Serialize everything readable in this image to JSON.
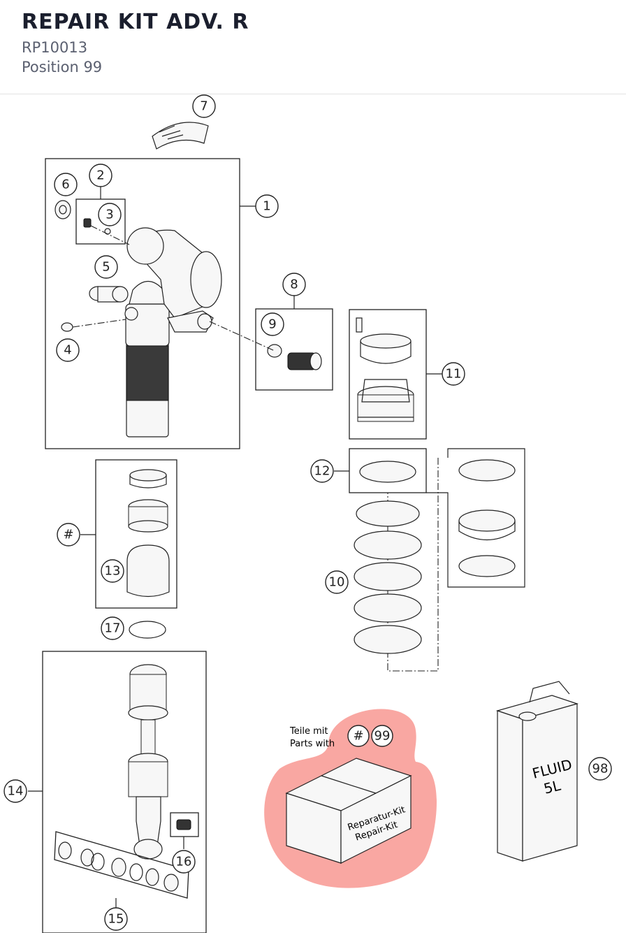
{
  "header": {
    "title": "REPAIR KIT ADV. R",
    "part_number": "RP10013",
    "position": "Position 99"
  },
  "callouts": [
    "7",
    "2",
    "6",
    "3",
    "1",
    "5",
    "8",
    "9",
    "4",
    "11",
    "12",
    "#",
    "13",
    "10",
    "17",
    "14",
    "16",
    "15",
    "#",
    "99",
    "98"
  ],
  "kit_note": {
    "line1": "Teile mit",
    "line2": "Parts with",
    "box_label_1": "Reparatur-Kit",
    "box_label_2": "Repair-Kit"
  },
  "can_label": {
    "line1": "FLUID",
    "line2": "5L"
  },
  "colors": {
    "highlight": "#f9a7a2",
    "line": "#222222",
    "title": "#1b1f2e",
    "subtitle": "#5b6070"
  }
}
